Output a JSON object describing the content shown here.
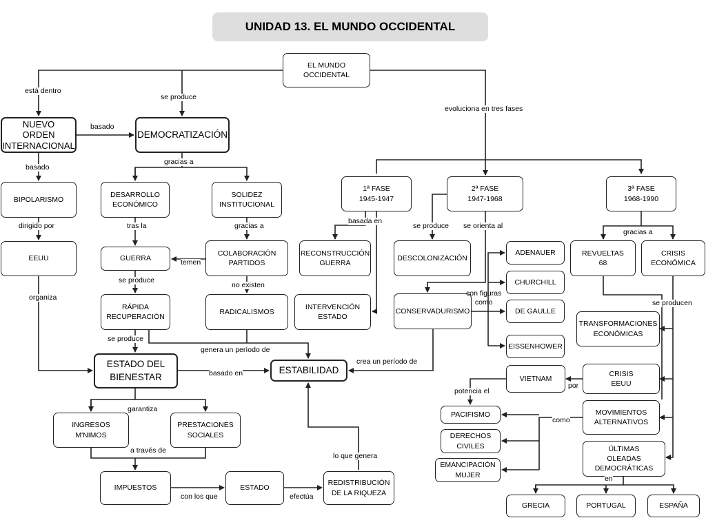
{
  "title": "UNIDAD 13. EL MUNDO OCCIDENTAL",
  "nodes": {
    "mundo": "EL MUNDO\nOCCIDENTAL",
    "nuevo_orden": "NUEVO\nORDEN\nINTERNACIONAL",
    "democratizacion": "DEMOCRATIZACIÓN",
    "bipolarismo": "BIPOLARISMO",
    "desarrollo": "DESARROLLO\nECONÓMICO",
    "solidez": "SOLIDEZ\nINSTITUCIONAL",
    "eeuu": "EEUU",
    "guerra": "GUERRA",
    "colaboracion": "COLABORACIÓN\nPARTIDOS",
    "rapida": "RÁPIDA\nRECUPERACIÓN",
    "radicalismos": "RADICALISMOS",
    "estado_bienestar": "ESTADO DEL\nBIENESTAR",
    "estabilidad": "ESTABILIDAD",
    "ingresos": "INGRESOS\nM'NIMOS",
    "prestaciones": "PRESTACIONES\nSOCIALES",
    "impuestos": "IMPUESTOS",
    "estado": "ESTADO",
    "redistribucion": "REDISTRIBUCIÓN\nDE LA RIQUEZA",
    "fase1": "1ª FASE\n1945-1947",
    "fase2": "2ª FASE\n1947-1968",
    "fase3": "3ª FASE\n1968-1990",
    "reconstruccion": "RECONSTRUCCIÓN\nGUERRA",
    "intervencion": "INTERVENCIÓN\nESTADO",
    "descolonizacion": "DESCOLONIZACIÓN",
    "conservadurismo": "CONSERVADURISMO",
    "adenauer": "ADENAUER",
    "churchill": "CHURCHILL",
    "degaulle": "DE GAULLE",
    "eissenhower": "EISSENHOWER",
    "revueltas": "REVUELTAS\n68",
    "crisis_econ": "CRISIS\nECONÓMICA",
    "transformaciones": "TRANSFORMACIONES\nECONÓMICAS",
    "crisis_eeuu": "CRISIS\nEEUU",
    "vietnam": "VIETNAM",
    "movimientos": "MOVIMIENTOS\nALTERNATIVOS",
    "ultimas": "ÚLTIMAS\nOLEADAS\nDEMOCRÁTICAS",
    "pacifismo": "PACIFISMO",
    "derechos": "DERECHOS\nCIVILES",
    "emancipacion": "EMANCIPACIÓN\nMUJER",
    "grecia": "GRECIA",
    "portugal": "PORTUGAL",
    "espana": "ESPAÑA"
  },
  "labels": {
    "esta_dentro": "está dentro",
    "se_produce_1": "se produce",
    "evoluciona": "evoluciona en tres fases",
    "basado_1": "basado",
    "basado_2": "basado",
    "gracias_a_1": "gracias a",
    "dirigido_por": "dirigido por",
    "tras_la": "tras la",
    "gracias_a_2": "gracias a",
    "temen": "temen",
    "se_produce_2": "se produce",
    "no_existen": "no existen",
    "organiza": "organiza",
    "se_produce_3": "se produce",
    "genera_periodo": "genera un período de",
    "basado_en": "basado en",
    "garantiza": "garantiza",
    "a_traves_de": "a través de",
    "con_los_que": "con los que",
    "efectua": "efectúa",
    "lo_que_genera": "lo que genera",
    "basada_en": "basada en",
    "se_produce_4": "se produce",
    "se_orienta_al": "se orienta al",
    "con_figuras_como": "con figuras\ncomo",
    "crea_periodo": "crea  un período de",
    "gracias_a_3": "gracias a",
    "se_producen": "se producen",
    "por": "por",
    "potencia_el": "potencia el",
    "como": "como",
    "en": "en"
  }
}
